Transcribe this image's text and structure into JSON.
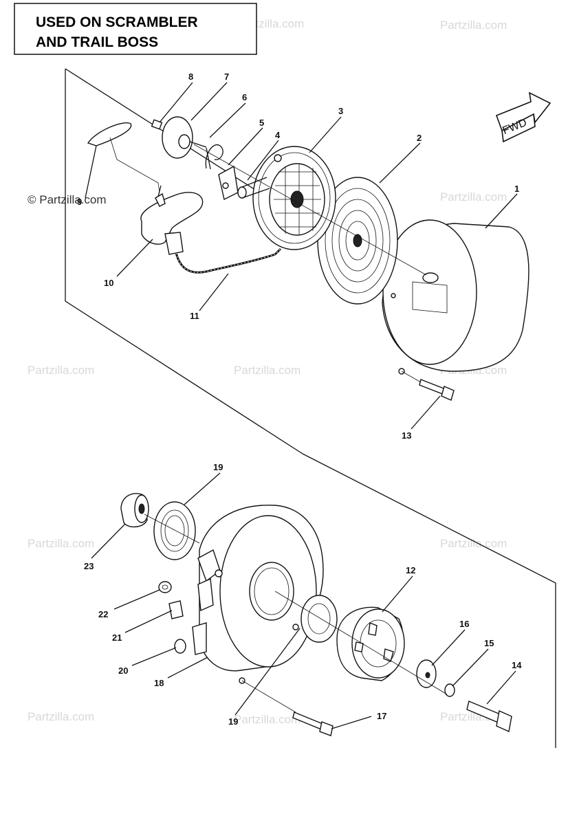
{
  "header": {
    "title_line1": "USED ON SCRAMBLER",
    "title_line2": "AND TRAIL BOSS"
  },
  "direction_label": "FWD",
  "watermark": {
    "text_full": "© Partzilla.com",
    "text": "Partzilla.com"
  },
  "callouts": {
    "c1": "1",
    "c2": "2",
    "c3": "3",
    "c4": "4",
    "c5": "5",
    "c6": "6",
    "c7": "7",
    "c8": "8",
    "c9": "9",
    "c10": "10",
    "c11": "11",
    "c12": "12",
    "c13": "13",
    "c14": "14",
    "c15": "15",
    "c16": "16",
    "c17": "17",
    "c18": "18",
    "c19a": "19",
    "c19b": "19",
    "c20": "20",
    "c21": "21",
    "c22": "22",
    "c23": "23"
  },
  "icons": [
    "fwd-arrow-icon",
    "copyright-icon"
  ]
}
